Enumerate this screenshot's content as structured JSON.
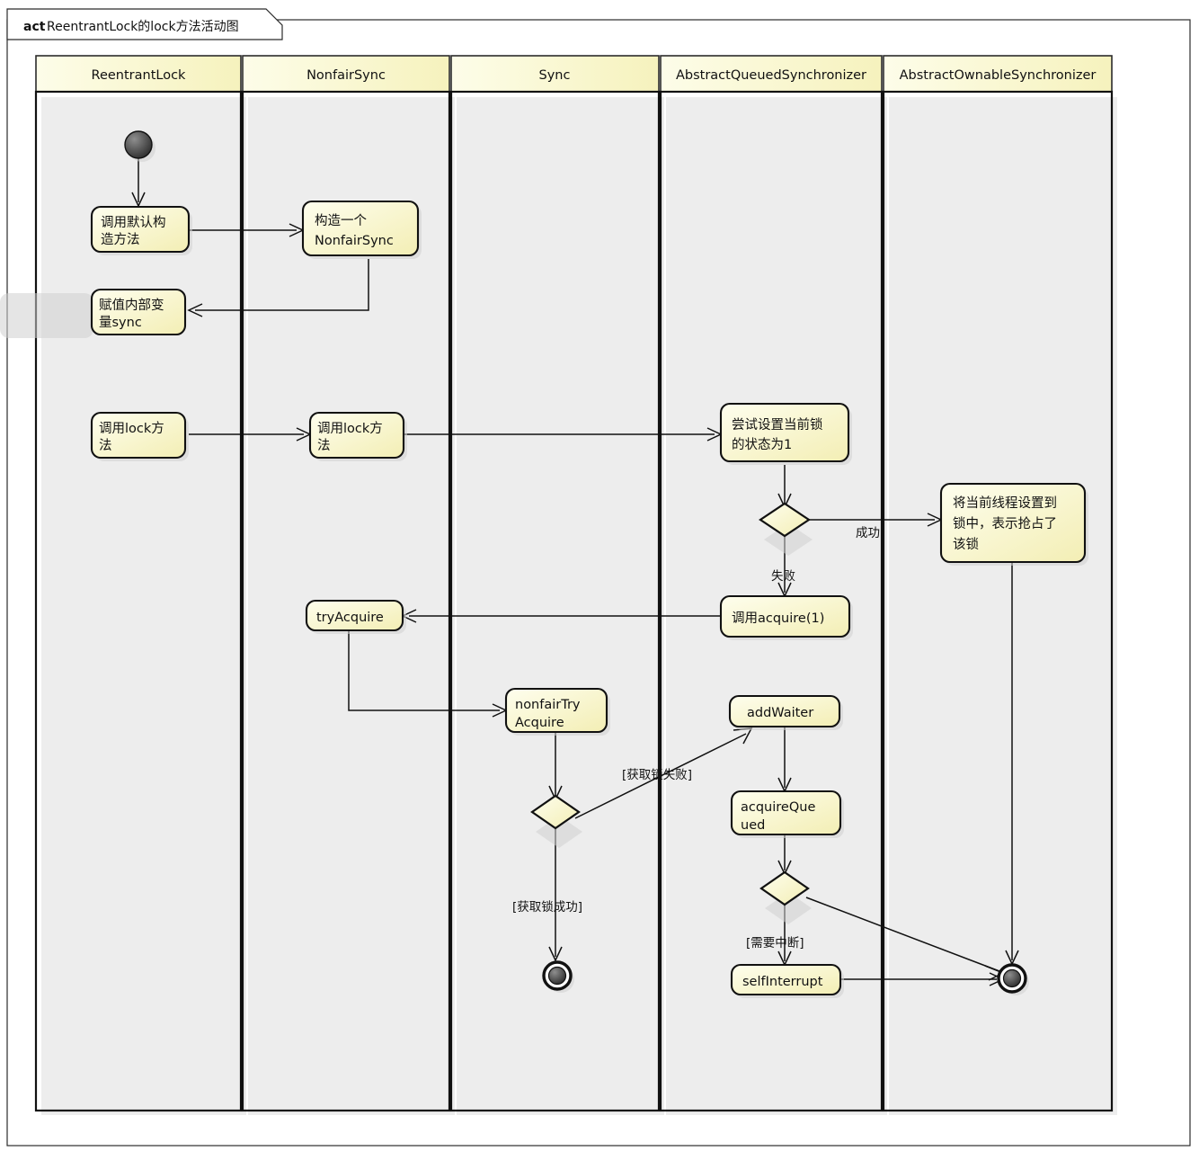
{
  "diagram": {
    "keyword": "act",
    "title": "ReentrantLock的lock方法活动图",
    "type": "uml-activity-diagram-swimlanes"
  },
  "lanes": [
    {
      "id": "reentrantlock",
      "label": "ReentrantLock"
    },
    {
      "id": "nonfairsync",
      "label": "NonfairSync"
    },
    {
      "id": "sync",
      "label": "Sync"
    },
    {
      "id": "aqs",
      "label": "AbstractQueuedSynchronizer"
    },
    {
      "id": "aos",
      "label": "AbstractOwnableSynchronizer"
    }
  ],
  "nodes": [
    {
      "id": "start",
      "kind": "initial-node",
      "lane": "reentrantlock"
    },
    {
      "id": "call-default-ctor",
      "kind": "action",
      "lane": "reentrantlock",
      "lines": [
        "调用默认构",
        "造方法"
      ]
    },
    {
      "id": "construct-nonfairsync",
      "kind": "action",
      "lane": "nonfairsync",
      "lines": [
        "构造一个",
        "NonfairSync"
      ]
    },
    {
      "id": "assign-sync",
      "kind": "action",
      "lane": "reentrantlock",
      "lines": [
        "赋值内部变",
        "量sync"
      ]
    },
    {
      "id": "call-lock-reentrantlock",
      "kind": "action",
      "lane": "reentrantlock",
      "lines": [
        "调用lock方",
        "法"
      ]
    },
    {
      "id": "call-lock-nonfairsync",
      "kind": "action",
      "lane": "nonfairsync",
      "lines": [
        "调用lock方",
        "法"
      ]
    },
    {
      "id": "try-set-state",
      "kind": "action",
      "lane": "aqs",
      "lines": [
        "尝试设置当前锁",
        "的状态为1"
      ]
    },
    {
      "id": "decision-cas",
      "kind": "decision",
      "lane": "aqs"
    },
    {
      "id": "set-owner-thread",
      "kind": "action",
      "lane": "aos",
      "lines": [
        "将当前线程设置到",
        "锁中，表示抢占了",
        "该锁"
      ]
    },
    {
      "id": "call-acquire",
      "kind": "action",
      "lane": "aqs",
      "lines": [
        "调用acquire(1)"
      ]
    },
    {
      "id": "tryacquire",
      "kind": "action",
      "lane": "nonfairsync",
      "lines": [
        "tryAcquire"
      ]
    },
    {
      "id": "nonfairtryacquire",
      "kind": "action",
      "lane": "sync",
      "lines": [
        "nonfairTry",
        "Acquire"
      ]
    },
    {
      "id": "decision-tryacquire",
      "kind": "decision",
      "lane": "sync"
    },
    {
      "id": "addwaiter",
      "kind": "action",
      "lane": "aqs",
      "lines": [
        "addWaiter"
      ]
    },
    {
      "id": "acquirequeued",
      "kind": "action",
      "lane": "aqs",
      "lines": [
        "acquireQue",
        "ued"
      ]
    },
    {
      "id": "decision-interrupt",
      "kind": "decision",
      "lane": "aqs"
    },
    {
      "id": "selfinterrupt",
      "kind": "action",
      "lane": "aqs",
      "lines": [
        "selfInterrupt"
      ]
    },
    {
      "id": "end-sync",
      "kind": "final-node",
      "lane": "sync"
    },
    {
      "id": "end-aos",
      "kind": "final-node",
      "lane": "aos"
    }
  ],
  "edge_labels": {
    "cas_success": "成功",
    "cas_fail": "失败",
    "acquire_fail": "[获取锁失败]",
    "acquire_success": "[获取锁成功]",
    "need_interrupt": "[需要中断]"
  },
  "colors": {
    "node_fill_light": "#fefee8",
    "node_fill_deep": "#f5f0ba",
    "stroke": "#111111",
    "lane_header_fill": "#fbfbd8",
    "background": "#ffffff",
    "shadow": "#cfcfcf"
  }
}
